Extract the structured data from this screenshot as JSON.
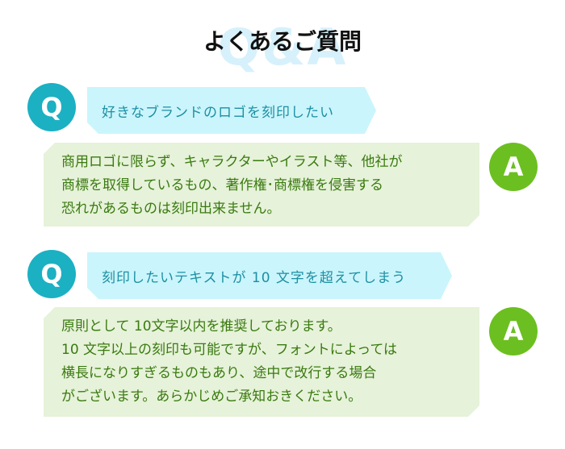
{
  "header": {
    "title": "よくあるご質問",
    "background_text": "Q&A"
  },
  "qa": [
    {
      "q_icon": "Q",
      "question": "好きなブランドのロゴを刻印したい",
      "a_icon": "A",
      "answer_lines": [
        "商用ロゴに限らず、キャラクターやイラスト等、他社が",
        "商標を取得しているもの、著作権･商標権を侵害する",
        "恐れがあるものは刻印出来ません。"
      ]
    },
    {
      "q_icon": "Q",
      "question": "刻印したいテキストが 10 文字を超えてしまう",
      "a_icon": "A",
      "answer_lines": [
        "原則として 10文字以内を推奨しております。",
        "10 文字以上の刻印も可能ですが、フォントによっては",
        "横長になりすぎるものもあり、途中で改行する場合",
        "がございます。あらかじめご承知おきください。"
      ]
    }
  ],
  "colors": {
    "q_icon": "#1cb0c3",
    "q_bubble": "#caf5fc",
    "q_text": "#1d8fa3",
    "a_icon": "#6cbf20",
    "a_bubble": "#e6f2d9",
    "a_text": "#3a7a10",
    "title_bg": "#d6f1fb"
  }
}
